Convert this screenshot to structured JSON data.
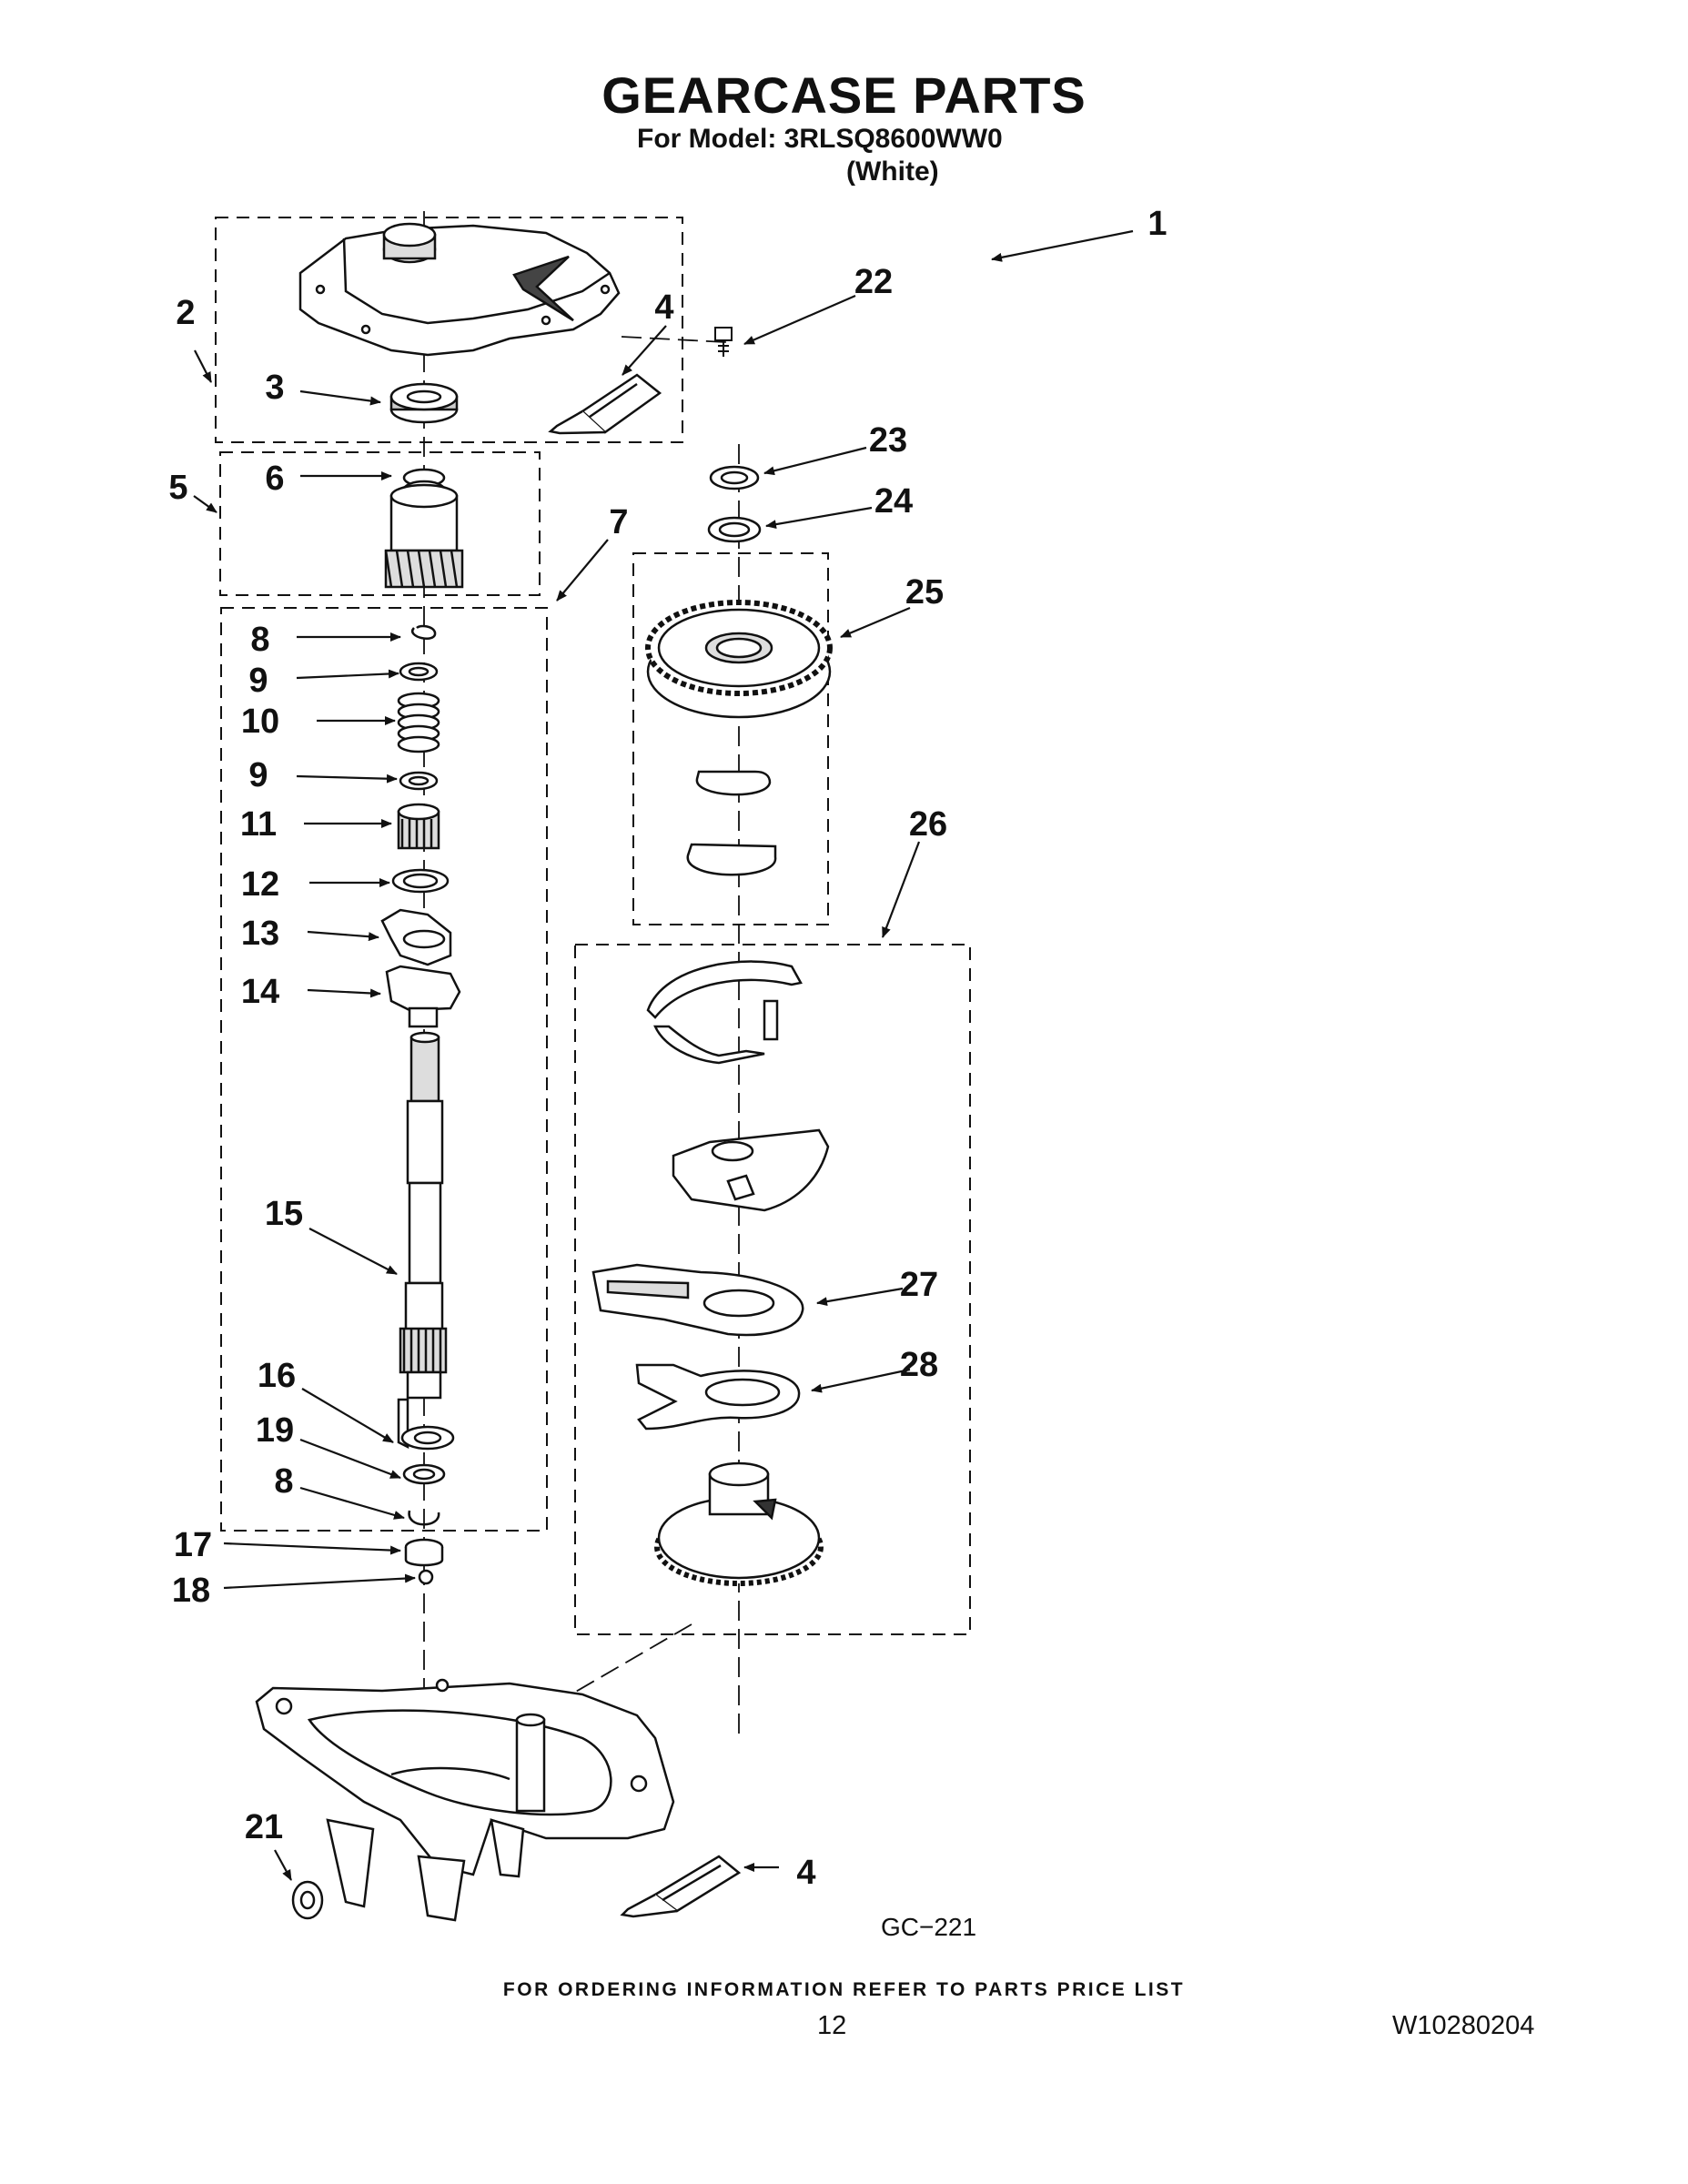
{
  "header": {
    "title": "GEARCASE PARTS",
    "model_line": "For Model: 3RLSQ8600WW0",
    "color_note": "(White)"
  },
  "callouts": [
    "1",
    "2",
    "3",
    "4",
    "5",
    "6",
    "7",
    "8",
    "9",
    "10",
    "9",
    "11",
    "12",
    "13",
    "14",
    "15",
    "16",
    "19",
    "8",
    "17",
    "18",
    "21",
    "4",
    "22",
    "23",
    "24",
    "25",
    "26",
    "27",
    "28"
  ],
  "diagram_code": "GC−221",
  "footer": {
    "ordering_note": "FOR ORDERING INFORMATION REFER TO PARTS PRICE LIST",
    "page_number": "12",
    "document_number": "W10280204"
  }
}
